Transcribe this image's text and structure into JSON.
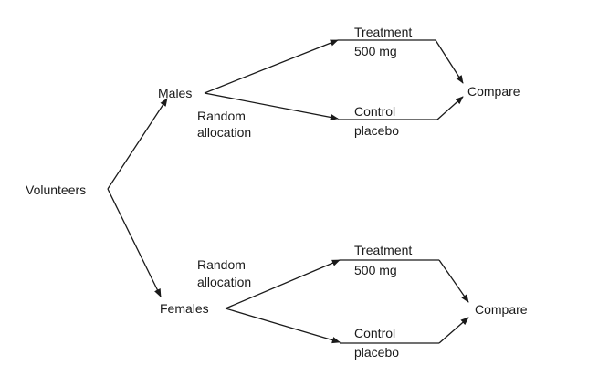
{
  "root": "Volunteers",
  "groups": [
    {
      "name": "Males",
      "allocation": [
        "Random",
        "allocation"
      ],
      "treatment": [
        "Treatment",
        "500 mg"
      ],
      "control": [
        "Control",
        "placebo"
      ],
      "compare": "Compare"
    },
    {
      "name": "Females",
      "allocation": [
        "Random",
        "allocation"
      ],
      "treatment": [
        "Treatment",
        "500 mg"
      ],
      "control": [
        "Control",
        "placebo"
      ],
      "compare": "Compare"
    }
  ],
  "colors": {
    "ink": "#1a1a1a",
    "background": "#ffffff"
  }
}
